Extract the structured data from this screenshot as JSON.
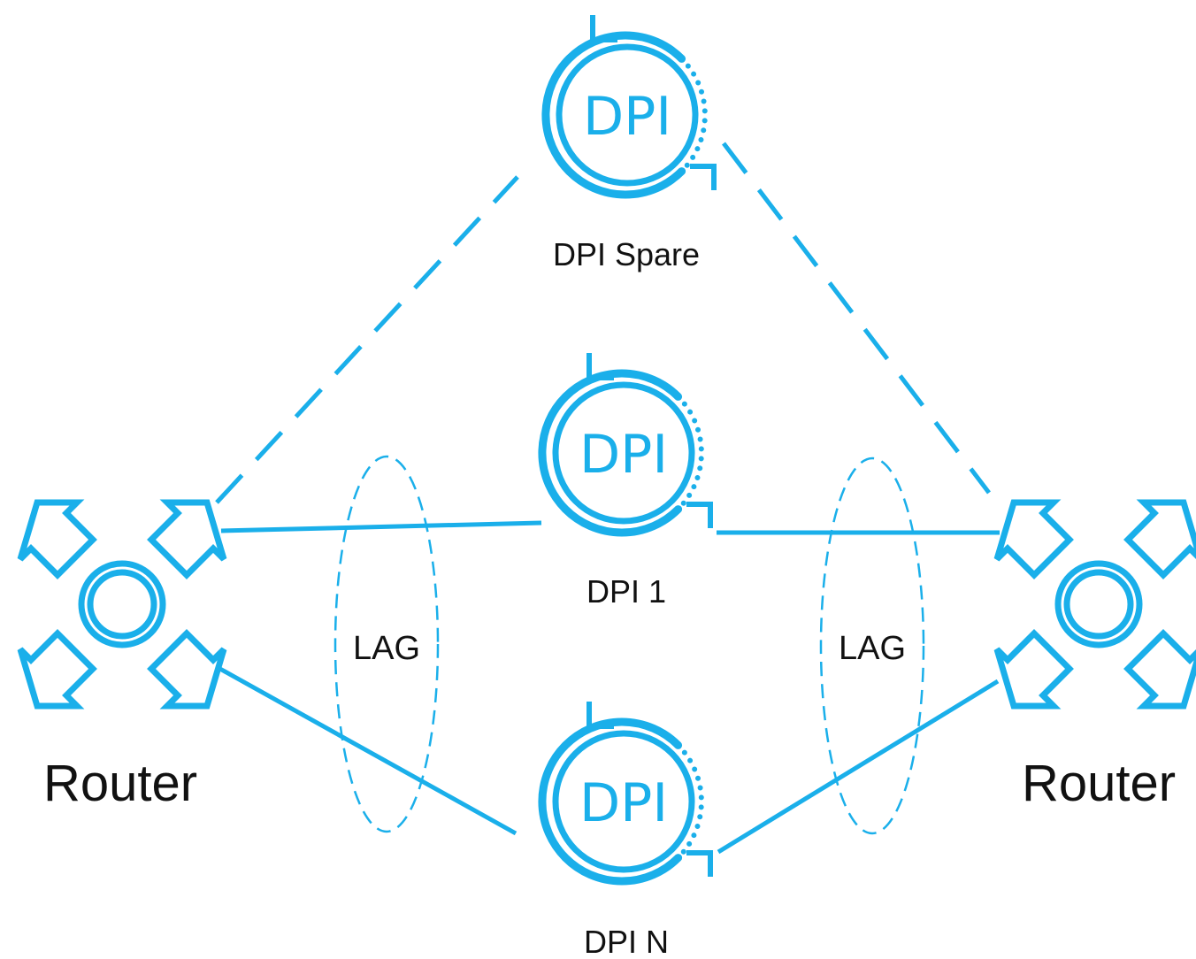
{
  "colors": {
    "accent": "#1AAFEA",
    "text": "#111111",
    "background": "#FFFFFF"
  },
  "dpi_icon_text": "DPI",
  "nodes": {
    "dpi_spare": {
      "label": "DPI Spare"
    },
    "dpi_1": {
      "label": "DPI 1"
    },
    "dpi_n": {
      "label": "DPI N"
    },
    "router_left": {
      "label": "Router"
    },
    "router_right": {
      "label": "Router"
    }
  },
  "lag": {
    "left": {
      "label": "LAG"
    },
    "right": {
      "label": "LAG"
    }
  },
  "links": [
    {
      "from": "router_left",
      "to": "dpi_spare",
      "style": "dashed"
    },
    {
      "from": "dpi_spare",
      "to": "router_right",
      "style": "dashed"
    },
    {
      "from": "router_left",
      "to": "dpi_1",
      "style": "solid"
    },
    {
      "from": "dpi_1",
      "to": "router_right",
      "style": "solid"
    },
    {
      "from": "router_left",
      "to": "dpi_n",
      "style": "solid"
    },
    {
      "from": "dpi_n",
      "to": "router_right",
      "style": "solid"
    }
  ]
}
